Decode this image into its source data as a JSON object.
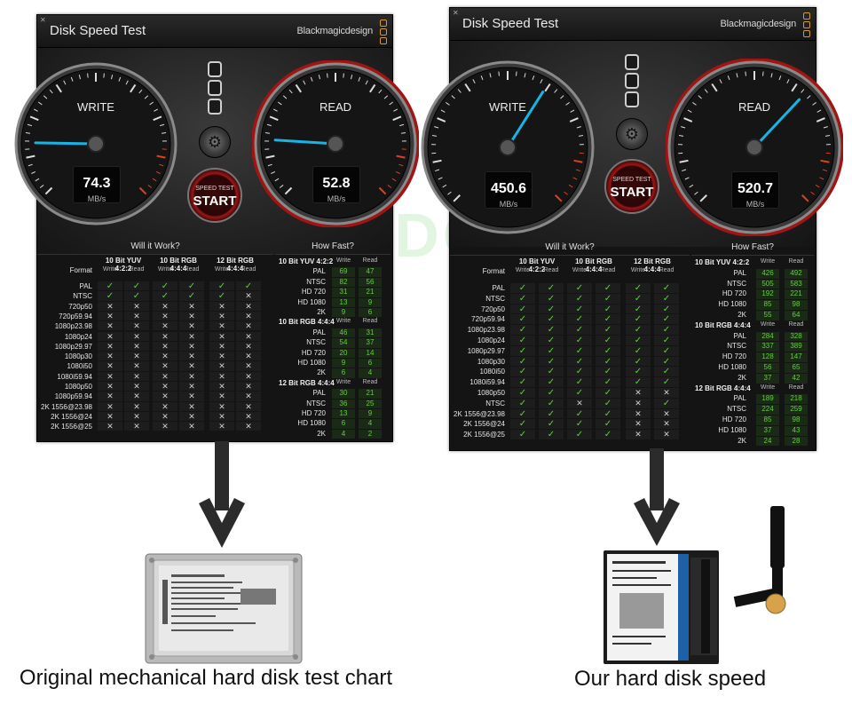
{
  "watermark": "IMIDO",
  "left": {
    "app_title": "Disk Speed Test",
    "brand": "Blackmagicdesign",
    "write": {
      "label": "WRITE",
      "value": "74.3",
      "unit": "MB/s",
      "needle_pct": 0.17
    },
    "read": {
      "label": "READ",
      "value": "52.8",
      "unit": "MB/s",
      "needle_pct": 0.18
    },
    "start": {
      "small": "SPEED TEST",
      "big": "START"
    },
    "will_it_work": {
      "title": "Will it Work?",
      "format_label": "Format",
      "groups": [
        "10 Bit YUV 4:2:2",
        "10 Bit RGB 4:4:4",
        "12 Bit RGB 4:4:4"
      ],
      "sub": [
        "Write",
        "Read"
      ],
      "rows": [
        {
          "f": "PAL",
          "v": "cccccc"
        },
        {
          "f": "NTSC",
          "v": "cccccx"
        },
        {
          "f": "720p50",
          "v": "xxxxxx"
        },
        {
          "f": "720p59.94",
          "v": "xxxxxx"
        },
        {
          "f": "1080p23.98",
          "v": "xxxxxx"
        },
        {
          "f": "1080p24",
          "v": "xxxxxx"
        },
        {
          "f": "1080p29.97",
          "v": "xxxxxx"
        },
        {
          "f": "1080p30",
          "v": "xxxxxx"
        },
        {
          "f": "1080i50",
          "v": "xxxxxx"
        },
        {
          "f": "1080i59.94",
          "v": "xxxxxx"
        },
        {
          "f": "1080p50",
          "v": "xxxxxx"
        },
        {
          "f": "1080p59.94",
          "v": "xxxxxx"
        },
        {
          "f": "2K 1556@23.98",
          "v": "xxxxxx"
        },
        {
          "f": "2K 1556@24",
          "v": "xxxxxx"
        },
        {
          "f": "2K 1556@25",
          "v": "xxxxxx"
        }
      ]
    },
    "how_fast": {
      "title": "How Fast?",
      "sub": [
        "Write",
        "Read"
      ],
      "groups": [
        {
          "name": "10 Bit YUV 4:2:2",
          "rows": [
            [
              "PAL",
              "69",
              "47"
            ],
            [
              "NTSC",
              "82",
              "56"
            ],
            [
              "HD 720",
              "31",
              "21"
            ],
            [
              "HD 1080",
              "13",
              "9"
            ],
            [
              "2K",
              "9",
              "6"
            ]
          ]
        },
        {
          "name": "10 Bit RGB 4:4:4",
          "rows": [
            [
              "PAL",
              "46",
              "31"
            ],
            [
              "NTSC",
              "54",
              "37"
            ],
            [
              "HD 720",
              "20",
              "14"
            ],
            [
              "HD 1080",
              "9",
              "6"
            ],
            [
              "2K",
              "6",
              "4"
            ]
          ]
        },
        {
          "name": "12 Bit RGB 4:4:4",
          "rows": [
            [
              "PAL",
              "30",
              "21"
            ],
            [
              "NTSC",
              "36",
              "25"
            ],
            [
              "HD 720",
              "13",
              "9"
            ],
            [
              "HD 1080",
              "6",
              "4"
            ],
            [
              "2K",
              "4",
              "2"
            ]
          ]
        }
      ]
    },
    "caption": "Original mechanical hard disk test chart"
  },
  "right": {
    "app_title": "Disk Speed Test",
    "brand": "Blackmagicdesign",
    "write": {
      "label": "WRITE",
      "value": "450.6",
      "unit": "MB/s",
      "needle_pct": 0.62
    },
    "read": {
      "label": "READ",
      "value": "520.7",
      "unit": "MB/s",
      "needle_pct": 0.66
    },
    "start": {
      "small": "SPEED TEST",
      "big": "START"
    },
    "will_it_work": {
      "title": "Will it Work?",
      "format_label": "Format",
      "groups": [
        "10 Bit YUV 4:2:2",
        "10 Bit RGB 4:4:4",
        "12 Bit RGB 4:4:4"
      ],
      "sub": [
        "Write",
        "Read"
      ],
      "rows": [
        {
          "f": "PAL",
          "v": "cccccc"
        },
        {
          "f": "NTSC",
          "v": "cccccc"
        },
        {
          "f": "720p50",
          "v": "cccccc"
        },
        {
          "f": "720p59.94",
          "v": "cccccc"
        },
        {
          "f": "1080p23.98",
          "v": "cccccc"
        },
        {
          "f": "1080p24",
          "v": "cccccc"
        },
        {
          "f": "1080p29.97",
          "v": "cccccc"
        },
        {
          "f": "1080p30",
          "v": "cccccc"
        },
        {
          "f": "1080i50",
          "v": "cccccc"
        },
        {
          "f": "1080i59.94",
          "v": "cccccc"
        },
        {
          "f": "1080p50",
          "v": "ccccxx"
        },
        {
          "f": "NTSC",
          "v": "ccxcxc"
        },
        {
          "f": "2K 1556@23.98",
          "v": "ccccxx"
        },
        {
          "f": "2K 1556@24",
          "v": "ccccxx"
        },
        {
          "f": "2K 1556@25",
          "v": "ccccxx"
        }
      ]
    },
    "how_fast": {
      "title": "How Fast?",
      "sub": [
        "Write",
        "Read"
      ],
      "groups": [
        {
          "name": "10 Bit YUV 4:2:2",
          "rows": [
            [
              "PAL",
              "426",
              "492"
            ],
            [
              "NTSC",
              "505",
              "583"
            ],
            [
              "HD 720",
              "192",
              "221"
            ],
            [
              "HD 1080",
              "85",
              "98"
            ],
            [
              "2K",
              "55",
              "64"
            ]
          ]
        },
        {
          "name": "10 Bit RGB 4:4:4",
          "rows": [
            [
              "PAL",
              "284",
              "328"
            ],
            [
              "NTSC",
              "337",
              "389"
            ],
            [
              "HD 720",
              "128",
              "147"
            ],
            [
              "HD 1080",
              "56",
              "65"
            ],
            [
              "2K",
              "37",
              "42"
            ]
          ]
        },
        {
          "name": "12 Bit RGB 4:4:4",
          "rows": [
            [
              "PAL",
              "189",
              "218"
            ],
            [
              "NTSC",
              "224",
              "259"
            ],
            [
              "HD 720",
              "85",
              "98"
            ],
            [
              "HD 1080",
              "37",
              "43"
            ],
            [
              "2K",
              "24",
              "28"
            ]
          ]
        }
      ]
    },
    "caption": "Our hard disk speed"
  },
  "colors": {
    "needle": "#17b4e6",
    "check": "#5fd03a",
    "red_ring": "#a11414",
    "hdd_label": "#c8c8c8",
    "ssd_blue": "#1f5fa8"
  }
}
